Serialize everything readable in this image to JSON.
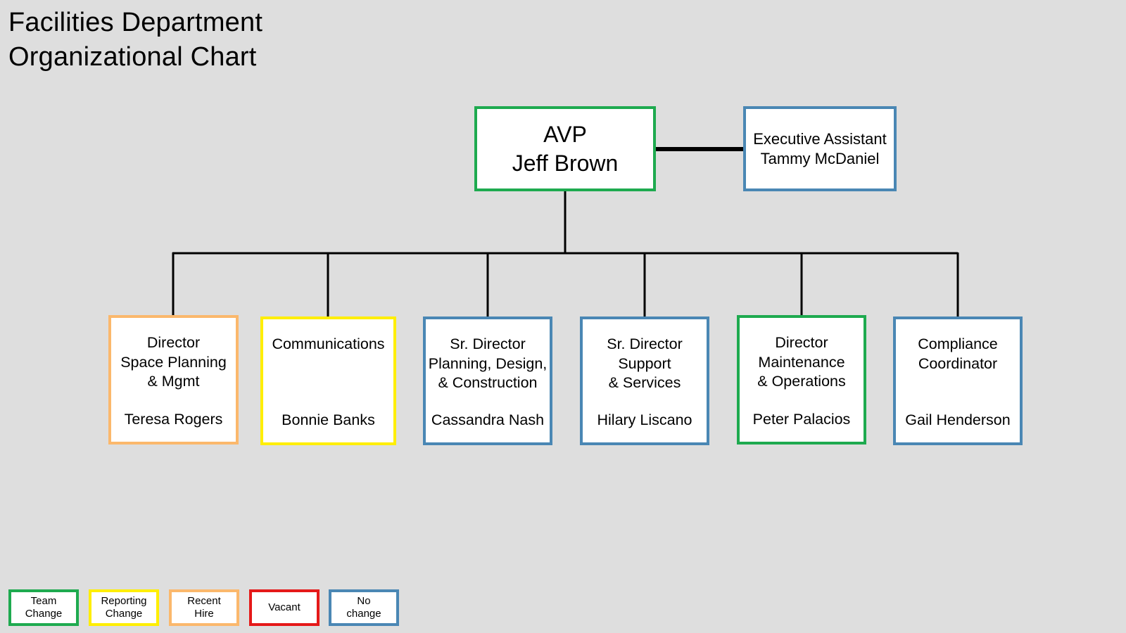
{
  "title": {
    "line1": "Facilities Department",
    "line2": "Organizational Chart"
  },
  "top": {
    "role": "AVP",
    "name": "Jeff Brown",
    "status": "green"
  },
  "assistant": {
    "role": "Executive Assistant",
    "name": "Tammy McDaniel",
    "status": "blue"
  },
  "units": [
    {
      "role_lines": [
        "Director",
        "Space Planning",
        "& Mgmt"
      ],
      "name": "Teresa Rogers",
      "status": "orange"
    },
    {
      "role_lines": [
        "Communications",
        "",
        ""
      ],
      "name": "Bonnie Banks",
      "status": "yellow"
    },
    {
      "role_lines": [
        "Sr. Director",
        "Planning, Design,",
        "& Construction"
      ],
      "name": "Cassandra Nash",
      "status": "blue"
    },
    {
      "role_lines": [
        "Sr. Director",
        "Support",
        "& Services"
      ],
      "name": "Hilary Liscano",
      "status": "blue"
    },
    {
      "role_lines": [
        "Director",
        "Maintenance",
        "& Operations"
      ],
      "name": "Peter Palacios",
      "status": "green"
    },
    {
      "role_lines": [
        "Compliance",
        "Coordinator",
        ""
      ],
      "name": "Gail Henderson",
      "status": "blue"
    }
  ],
  "legend": [
    {
      "line1": "Team",
      "line2": "Change",
      "status": "green"
    },
    {
      "line1": "Reporting",
      "line2": "Change",
      "status": "yellow"
    },
    {
      "line1": "Recent",
      "line2": "Hire",
      "status": "orange"
    },
    {
      "line1": "Vacant",
      "line2": "",
      "status": "red"
    },
    {
      "line1": "No",
      "line2": "change",
      "status": "blue"
    }
  ],
  "colors": {
    "green": "#1eaa4f",
    "yellow": "#ffee00",
    "orange": "#fbb86c",
    "red": "#e51919",
    "blue": "#4a87b4",
    "background": "#dedede"
  }
}
